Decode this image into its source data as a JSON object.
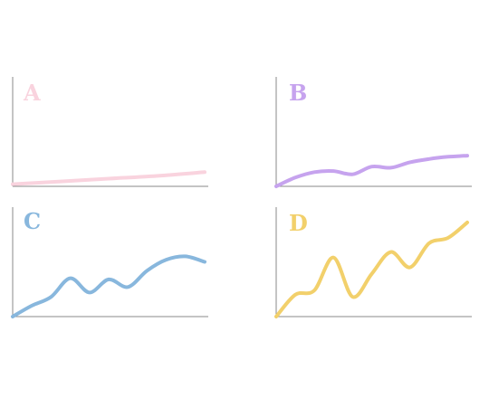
{
  "chart_data": [
    {
      "type": "line",
      "title": "A",
      "color": "#F9D3DE",
      "xlim": [
        0,
        10
      ],
      "ylim": [
        0,
        10
      ],
      "series": [
        {
          "x": [
            0,
            2.5,
            5,
            7.5,
            10
          ],
          "values": [
            0.2,
            0.45,
            0.7,
            0.95,
            1.3
          ]
        }
      ]
    },
    {
      "type": "line",
      "title": "B",
      "color": "#C6A3EE",
      "xlim": [
        0,
        10
      ],
      "ylim": [
        0,
        10
      ],
      "series": [
        {
          "x": [
            0,
            1,
            2,
            3,
            4,
            5,
            6,
            7,
            8,
            9,
            10
          ],
          "values": [
            0,
            0.8,
            1.3,
            1.4,
            1.1,
            1.8,
            1.7,
            2.2,
            2.5,
            2.7,
            2.8
          ]
        }
      ]
    },
    {
      "type": "line",
      "title": "C",
      "color": "#88B7DD",
      "xlim": [
        0,
        10
      ],
      "ylim": [
        0,
        10
      ],
      "series": [
        {
          "x": [
            0,
            1,
            2,
            3,
            4,
            5,
            6,
            7,
            8,
            9,
            10
          ],
          "values": [
            0,
            1.0,
            1.8,
            3.5,
            2.2,
            3.4,
            2.7,
            4.2,
            5.2,
            5.5,
            5.0
          ]
        }
      ]
    },
    {
      "type": "line",
      "title": "D",
      "color": "#F2D06B",
      "xlim": [
        0,
        10
      ],
      "ylim": [
        0,
        10
      ],
      "series": [
        {
          "x": [
            0,
            1,
            2,
            3,
            4,
            5,
            6,
            7,
            8,
            9,
            10
          ],
          "values": [
            0,
            2.0,
            2.4,
            5.4,
            1.8,
            3.9,
            5.9,
            4.5,
            6.7,
            7.2,
            8.6
          ]
        }
      ]
    }
  ]
}
